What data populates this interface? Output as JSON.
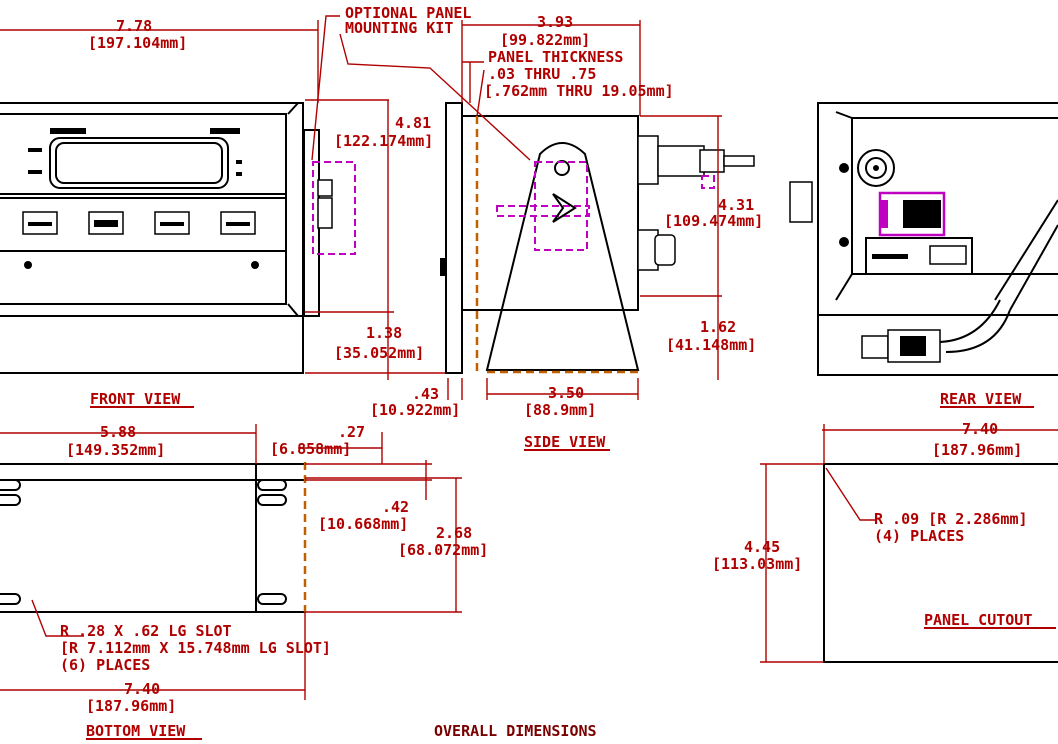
{
  "colors": {
    "dimension": "#b00000",
    "outline": "#000000",
    "panel_kit": "#c000c0",
    "panel": "#c06000"
  },
  "labels": {
    "d_778": "7.78",
    "d_778_mm": "[197.104mm]",
    "opt_kit_1": "OPTIONAL PANEL",
    "opt_kit_2": "MOUNTING KIT",
    "d_393": "3.93",
    "d_393_mm": "[99.822mm]",
    "panel_thick_1": "PANEL THICKNESS",
    "panel_thick_2": ".03 THRU .75",
    "panel_thick_3": "[.762mm THRU 19.05mm]",
    "d_481": "4.81",
    "d_481_mm": "[122.174mm]",
    "d_431": "4.31",
    "d_431_mm": "[109.474mm]",
    "d_138": "1.38",
    "d_138_mm": "[35.052mm]",
    "d_162": "1.62",
    "d_162_mm": "[41.148mm]",
    "d_043": ".43",
    "d_043_mm": "[10.922mm]",
    "d_350": "3.50",
    "d_350_mm": "[88.9mm]",
    "front_view": "FRONT VIEW",
    "side_view": "SIDE VIEW",
    "rear_view": "REAR VIEW",
    "d_588": "5.88",
    "d_588_mm": "[149.352mm]",
    "d_027": ".27",
    "d_027_mm": "[6.858mm]",
    "d_042": ".42",
    "d_042_mm": "[10.668mm]",
    "d_268": "2.68",
    "d_268_mm": "[68.072mm]",
    "d_740a": "7.40",
    "d_740a_mm": "[187.96mm]",
    "radius_1": "R .09 [R 2.286mm]",
    "radius_2": "(4) PLACES",
    "d_445": "4.45",
    "d_445_mm": "[113.03mm]",
    "panel_cutout": "PANEL CUTOUT",
    "slot_1": "R .28 X .62 LG SLOT",
    "slot_2": "[R 7.112mm X 15.748mm LG SLOT]",
    "slot_3": "(6) PLACES",
    "d_740b": "7.40",
    "d_740b_mm": "[187.96mm]",
    "bottom_view": "BOTTOM VIEW",
    "overall": "OVERALL DIMENSIONS"
  }
}
